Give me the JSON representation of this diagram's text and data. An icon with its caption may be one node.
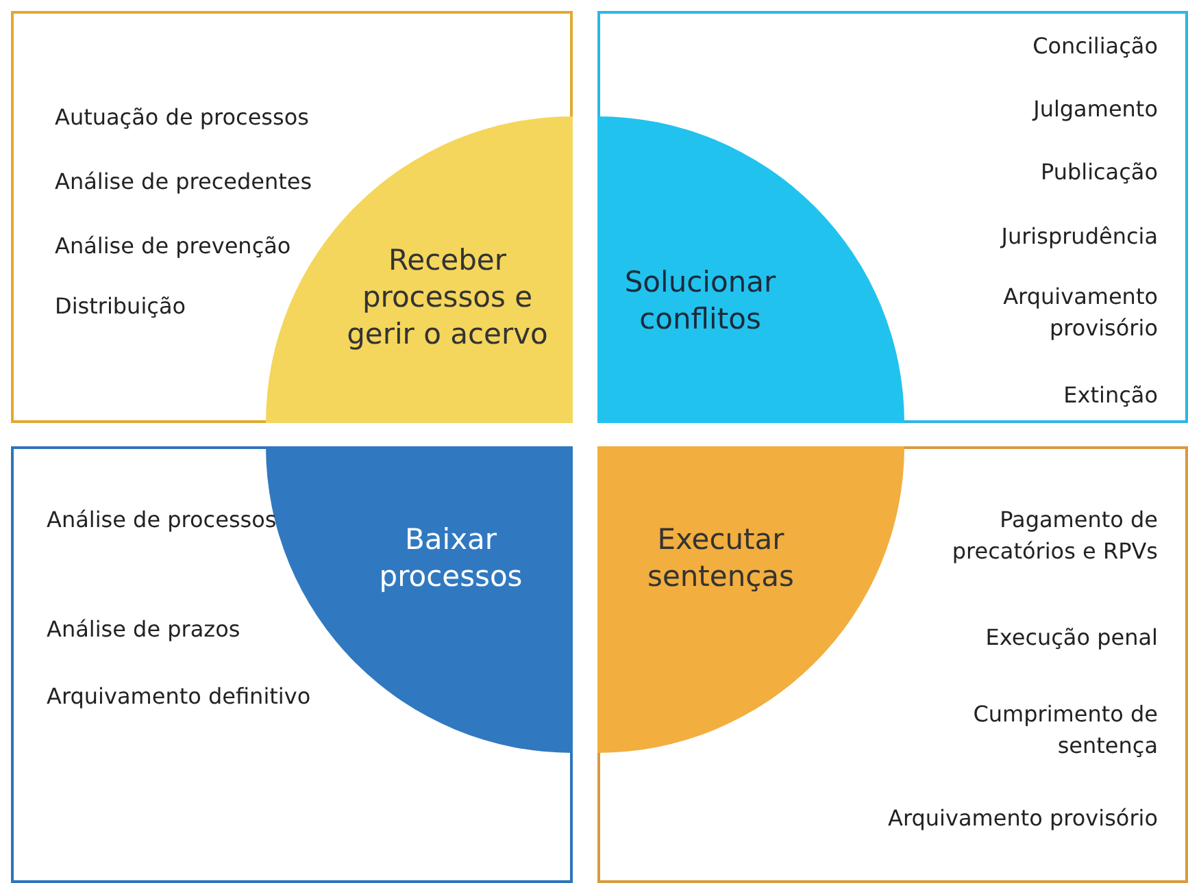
{
  "diagram": {
    "nodes": [
      {
        "text": [
          "Autuação de processos",
          "Análise de precedentes",
          "Análise de prevenção",
          "Distribuição"
        ]
      },
      {
        "text": [
          "Receber processos e gerir o acervo"
        ],
        "in": 0
      },
      {
        "text": [
          "Conciliação",
          "Julgamento",
          "Publicação",
          "Jurisprudência",
          "Arquivamento provisório",
          "Extinção"
        ]
      },
      {
        "text": [
          "Solucionar conflitos"
        ],
        "in": 2
      },
      {
        "text": [
          "Análise de processos",
          "Análise de prazos",
          "Arquivamento definitivo"
        ]
      },
      {
        "text": [
          "Baixar processos"
        ],
        "in": 4
      },
      {
        "text": [
          "Pagamento de precatórios e RPVs",
          "Execução penal",
          "Cumprimento de sentença",
          "Arquivamento provisório"
        ]
      },
      {
        "text": [
          "Executar sentenças"
        ],
        "in": 6
      }
    ],
    "edges": []
  }
}
